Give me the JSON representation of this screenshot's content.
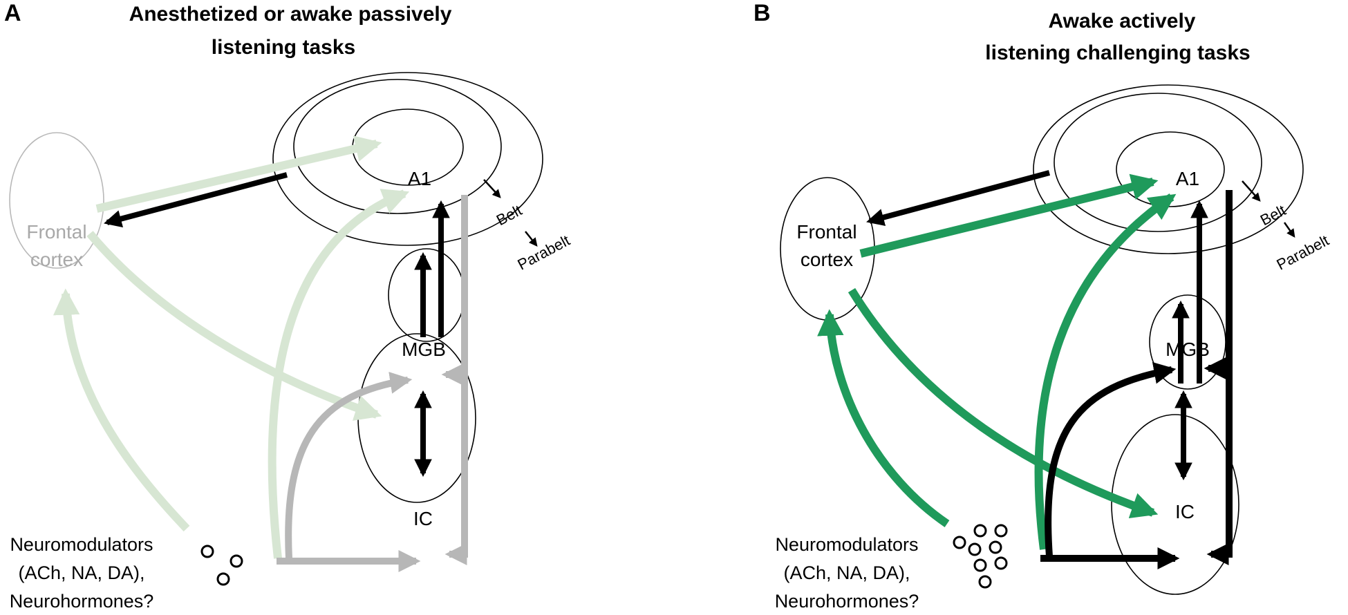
{
  "colors": {
    "black": "#000000",
    "green": "#1f9a5b",
    "faded_green": "#d7e6d3",
    "gray": "#b7b7b7",
    "light_gray_text": "#a8a8a8"
  },
  "panelA": {
    "letter": "A",
    "title_line1": "Anesthetized or awake passively",
    "title_line2": "listening tasks",
    "labels": {
      "frontal1": "Frontal",
      "frontal2": "cortex",
      "a1": "A1",
      "belt": "Belt",
      "parabelt": "Parabelt",
      "mgb": "MGB",
      "ic": "IC",
      "neuromod1": "Neuromodulators",
      "neuromod2": "(ACh, NA, DA),",
      "neuromod3": "Neurohormones?"
    }
  },
  "panelB": {
    "letter": "B",
    "title_line1": "Awake actively",
    "title_line2": "listening challenging tasks",
    "labels": {
      "frontal1": "Frontal",
      "frontal2": "cortex",
      "a1": "A1",
      "belt": "Belt",
      "parabelt": "Parabelt",
      "mgb": "MGB",
      "ic": "IC",
      "neuromod1": "Neuromodulators",
      "neuromod2": "(ACh, NA, DA),",
      "neuromod3": "Neurohormones?"
    }
  }
}
